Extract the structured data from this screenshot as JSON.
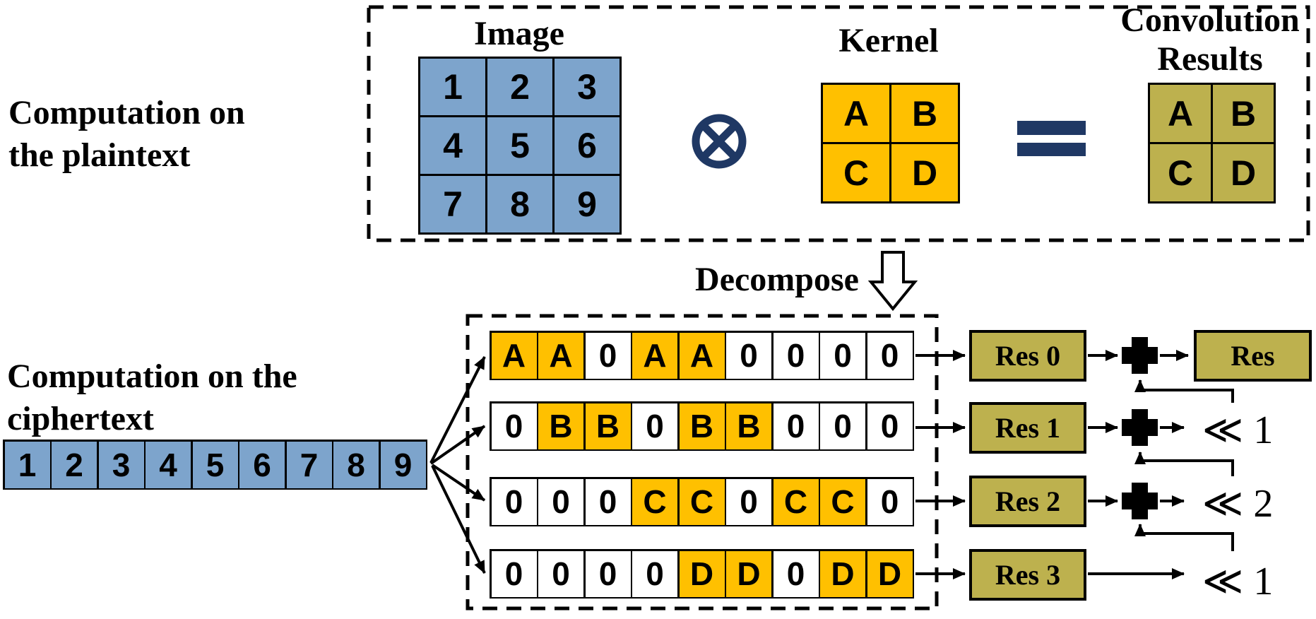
{
  "captions": {
    "plaintext_line1": "Computation on",
    "plaintext_line2": "the plaintext",
    "ciphertext_line1": "Computation on the",
    "ciphertext_line2": "ciphertext"
  },
  "plaintext_section": {
    "image": {
      "title": "Image",
      "cells": [
        "1",
        "2",
        "3",
        "4",
        "5",
        "6",
        "7",
        "8",
        "9"
      ]
    },
    "kernel": {
      "title": "Kernel",
      "cells": [
        "A",
        "B",
        "C",
        "D"
      ]
    },
    "results": {
      "title_line1": "Convolution",
      "title_line2": "Results",
      "cells": [
        "A",
        "B",
        "C",
        "D"
      ]
    },
    "operators": {
      "convolution": "⊗",
      "equals": "=",
      "add": "+"
    }
  },
  "decompose_label": "Decompose",
  "ciphertext_vector": [
    "1",
    "2",
    "3",
    "4",
    "5",
    "6",
    "7",
    "8",
    "9"
  ],
  "decomposed_rows": [
    {
      "cells": [
        "A",
        "A",
        "0",
        "A",
        "A",
        "0",
        "0",
        "0",
        "0"
      ],
      "highlight": [
        0,
        1,
        3,
        4
      ],
      "res_label": "Res 0"
    },
    {
      "cells": [
        "0",
        "B",
        "B",
        "0",
        "B",
        "B",
        "0",
        "0",
        "0"
      ],
      "highlight": [
        1,
        2,
        4,
        5
      ],
      "res_label": "Res 1"
    },
    {
      "cells": [
        "0",
        "0",
        "0",
        "C",
        "C",
        "0",
        "C",
        "C",
        "0"
      ],
      "highlight": [
        3,
        4,
        6,
        7
      ],
      "res_label": "Res 2"
    },
    {
      "cells": [
        "0",
        "0",
        "0",
        "0",
        "D",
        "D",
        "0",
        "D",
        "D"
      ],
      "highlight": [
        4,
        5,
        7,
        8
      ],
      "res_label": "Res 3"
    }
  ],
  "final_result_label": "Res",
  "shift_labels": {
    "row1": "≪ 1",
    "row2": "≪ 2",
    "row3": "≪ 1"
  },
  "colors": {
    "blue": "#7DA4CC",
    "orange": "#FFC000",
    "olive": "#BDB14E",
    "navy": "#1F3864"
  }
}
